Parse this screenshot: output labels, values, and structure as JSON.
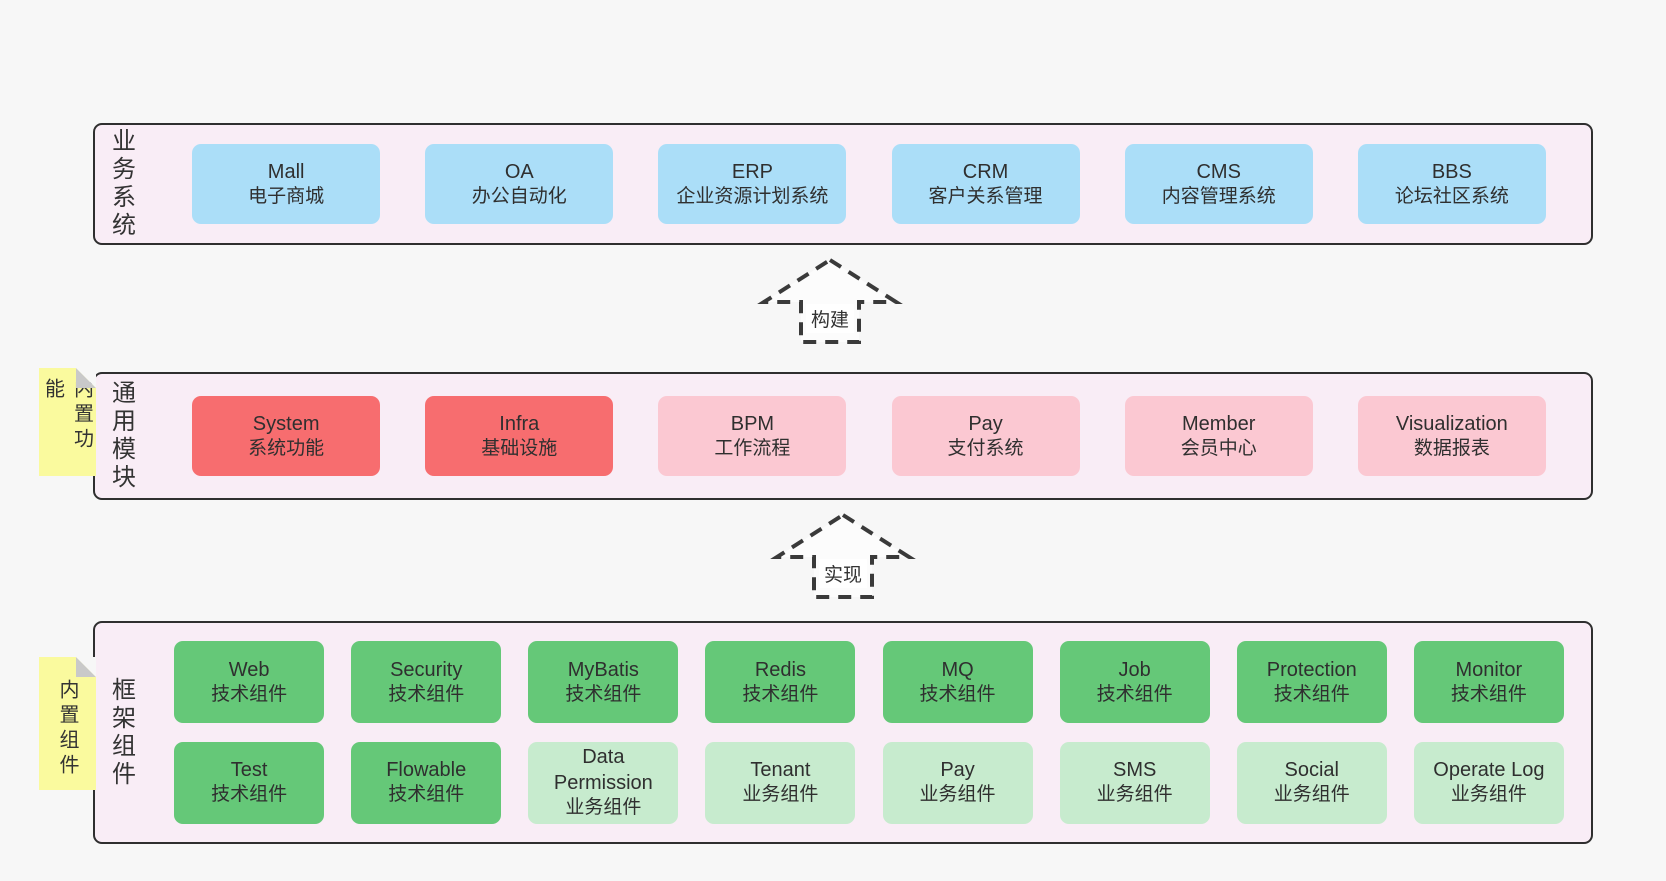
{
  "colors": {
    "page_bg": "#f7f7f7",
    "container_fill": "#f9edf6",
    "container_border": "#2f2f2f",
    "blue": "#abdef8",
    "red": "#f76d6f",
    "pink": "#fbc8d2",
    "green": "#65c878",
    "light_green": "#c7ebce",
    "sticky_yellow": "#fafa9e",
    "text": "#333333"
  },
  "arrows": [
    {
      "label": "构建"
    },
    {
      "label": "实现"
    }
  ],
  "layers": {
    "business": {
      "label": "业务系统",
      "boxes": [
        {
          "title": "Mall",
          "subtitle": "电子商城",
          "variant": "blue"
        },
        {
          "title": "OA",
          "subtitle": "办公自动化",
          "variant": "blue"
        },
        {
          "title": "ERP",
          "subtitle": "企业资源计划系统",
          "variant": "blue"
        },
        {
          "title": "CRM",
          "subtitle": "客户关系管理",
          "variant": "blue"
        },
        {
          "title": "CMS",
          "subtitle": "内容管理系统",
          "variant": "blue"
        },
        {
          "title": "BBS",
          "subtitle": "论坛社区系统",
          "variant": "blue"
        }
      ]
    },
    "modules": {
      "label": "通用模块",
      "sticky": "内置功能",
      "boxes": [
        {
          "title": "System",
          "subtitle": "系统功能",
          "variant": "red"
        },
        {
          "title": "Infra",
          "subtitle": "基础设施",
          "variant": "red"
        },
        {
          "title": "BPM",
          "subtitle": "工作流程",
          "variant": "pink"
        },
        {
          "title": "Pay",
          "subtitle": "支付系统",
          "variant": "pink"
        },
        {
          "title": "Member",
          "subtitle": "会员中心",
          "variant": "pink"
        },
        {
          "title": "Visualization",
          "subtitle": "数据报表",
          "variant": "pink"
        }
      ]
    },
    "components": {
      "label": "框架组件",
      "sticky": "内置组件",
      "rows": [
        [
          {
            "title": "Web",
            "subtitle": "技术组件",
            "variant": "green"
          },
          {
            "title": "Security",
            "subtitle": "技术组件",
            "variant": "green"
          },
          {
            "title": "MyBatis",
            "subtitle": "技术组件",
            "variant": "green"
          },
          {
            "title": "Redis",
            "subtitle": "技术组件",
            "variant": "green"
          },
          {
            "title": "MQ",
            "subtitle": "技术组件",
            "variant": "green"
          },
          {
            "title": "Job",
            "subtitle": "技术组件",
            "variant": "green"
          },
          {
            "title": "Protection",
            "subtitle": "技术组件",
            "variant": "green"
          },
          {
            "title": "Monitor",
            "subtitle": "技术组件",
            "variant": "green"
          }
        ],
        [
          {
            "title": "Test",
            "subtitle": "技术组件",
            "variant": "green"
          },
          {
            "title": "Flowable",
            "subtitle": "技术组件",
            "variant": "green"
          },
          {
            "title": "Data Permission",
            "subtitle": "业务组件",
            "variant": "lgreen"
          },
          {
            "title": "Tenant",
            "subtitle": "业务组件",
            "variant": "lgreen"
          },
          {
            "title": "Pay",
            "subtitle": "业务组件",
            "variant": "lgreen"
          },
          {
            "title": "SMS",
            "subtitle": "业务组件",
            "variant": "lgreen"
          },
          {
            "title": "Social",
            "subtitle": "业务组件",
            "variant": "lgreen"
          },
          {
            "title": "Operate Log",
            "subtitle": "业务组件",
            "variant": "lgreen"
          }
        ]
      ]
    }
  }
}
